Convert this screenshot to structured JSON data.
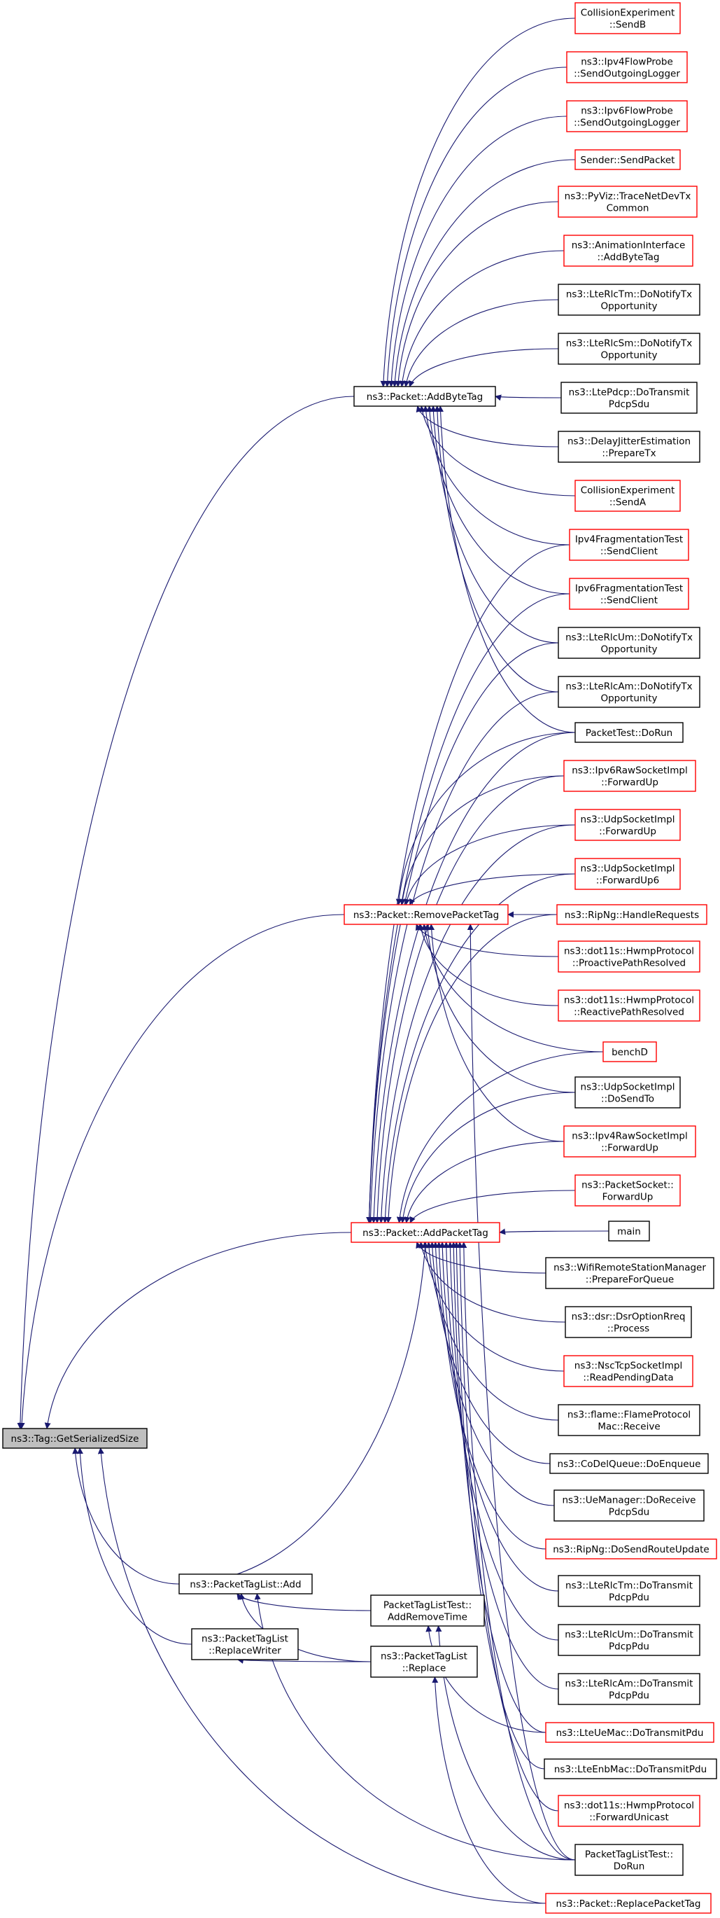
{
  "colors": {
    "edge": "#191970",
    "border_black": "#000000",
    "border_red": "#ff0000",
    "root_fill": "#bfbfbf",
    "background": "#ffffff"
  },
  "nodes": [
    {
      "id": "root",
      "lines": [
        "ns3::Tag::GetSerializedSize"
      ],
      "border": "root"
    },
    {
      "id": "addbytetag",
      "lines": [
        "ns3::Packet::AddByteTag"
      ],
      "border": "black"
    },
    {
      "id": "removepackettag",
      "lines": [
        "ns3::Packet::RemovePacketTag"
      ],
      "border": "red"
    },
    {
      "id": "addpackettag",
      "lines": [
        "ns3::Packet::AddPacketTag"
      ],
      "border": "red"
    },
    {
      "id": "ptl_add",
      "lines": [
        "ns3::PacketTagList::Add"
      ],
      "border": "black"
    },
    {
      "id": "ptl_replacewriter",
      "lines": [
        "ns3::PacketTagList",
        "::ReplaceWriter"
      ],
      "border": "black"
    },
    {
      "id": "ptlt_addremovetime",
      "lines": [
        "PacketTagListTest::",
        "AddRemoveTime"
      ],
      "border": "black"
    },
    {
      "id": "ptl_replace",
      "lines": [
        "ns3::PacketTagList",
        "::Replace"
      ],
      "border": "black"
    },
    {
      "id": "collB",
      "lines": [
        "CollisionExperiment",
        "::SendB"
      ],
      "border": "red"
    },
    {
      "id": "ipv4flow",
      "lines": [
        "ns3::Ipv4FlowProbe",
        "::SendOutgoingLogger"
      ],
      "border": "red"
    },
    {
      "id": "ipv6flow",
      "lines": [
        "ns3::Ipv6FlowProbe",
        "::SendOutgoingLogger"
      ],
      "border": "red"
    },
    {
      "id": "sender",
      "lines": [
        "Sender::SendPacket"
      ],
      "border": "red"
    },
    {
      "id": "pyviz",
      "lines": [
        "ns3::PyViz::TraceNetDevTx",
        "Common"
      ],
      "border": "red"
    },
    {
      "id": "anim",
      "lines": [
        "ns3::AnimationInterface",
        "::AddByteTag"
      ],
      "border": "red"
    },
    {
      "id": "rlctm_notify",
      "lines": [
        "ns3::LteRlcTm::DoNotifyTx",
        "Opportunity"
      ],
      "border": "black"
    },
    {
      "id": "rlcsm_notify",
      "lines": [
        "ns3::LteRlcSm::DoNotifyTx",
        "Opportunity"
      ],
      "border": "black"
    },
    {
      "id": "pdcp",
      "lines": [
        "ns3::LtePdcp::DoTransmit",
        "PdcpSdu"
      ],
      "border": "black"
    },
    {
      "id": "delayjitter",
      "lines": [
        "ns3::DelayJitterEstimation",
        "::PrepareTx"
      ],
      "border": "black"
    },
    {
      "id": "collA",
      "lines": [
        "CollisionExperiment",
        "::SendA"
      ],
      "border": "red"
    },
    {
      "id": "ipv4frag",
      "lines": [
        "Ipv4FragmentationTest",
        "::SendClient"
      ],
      "border": "red"
    },
    {
      "id": "ipv6frag",
      "lines": [
        "Ipv6FragmentationTest",
        "::SendClient"
      ],
      "border": "red"
    },
    {
      "id": "rlcum_notify",
      "lines": [
        "ns3::LteRlcUm::DoNotifyTx",
        "Opportunity"
      ],
      "border": "black"
    },
    {
      "id": "rlcam_notify",
      "lines": [
        "ns3::LteRlcAm::DoNotifyTx",
        "Opportunity"
      ],
      "border": "black"
    },
    {
      "id": "packettest",
      "lines": [
        "PacketTest::DoRun"
      ],
      "border": "black"
    },
    {
      "id": "ipv6raw",
      "lines": [
        "ns3::Ipv6RawSocketImpl",
        "::ForwardUp"
      ],
      "border": "red"
    },
    {
      "id": "udp_fwd",
      "lines": [
        "ns3::UdpSocketImpl",
        "::ForwardUp"
      ],
      "border": "red"
    },
    {
      "id": "udp_fwd6",
      "lines": [
        "ns3::UdpSocketImpl",
        "::ForwardUp6"
      ],
      "border": "red"
    },
    {
      "id": "ripng_handle",
      "lines": [
        "ns3::RipNg::HandleRequests"
      ],
      "border": "red"
    },
    {
      "id": "hwmp_proactive",
      "lines": [
        "ns3::dot11s::HwmpProtocol",
        "::ProactivePathResolved"
      ],
      "border": "red"
    },
    {
      "id": "hwmp_reactive",
      "lines": [
        "ns3::dot11s::HwmpProtocol",
        "::ReactivePathResolved"
      ],
      "border": "red"
    },
    {
      "id": "benchD",
      "lines": [
        "benchD"
      ],
      "border": "red"
    },
    {
      "id": "udp_sendto",
      "lines": [
        "ns3::UdpSocketImpl",
        "::DoSendTo"
      ],
      "border": "black"
    },
    {
      "id": "ipv4raw",
      "lines": [
        "ns3::Ipv4RawSocketImpl",
        "::ForwardUp"
      ],
      "border": "red"
    },
    {
      "id": "packetsocket",
      "lines": [
        "ns3::PacketSocket::",
        "ForwardUp"
      ],
      "border": "red"
    },
    {
      "id": "main",
      "lines": [
        "main"
      ],
      "border": "black"
    },
    {
      "id": "wifirsm",
      "lines": [
        "ns3::WifiRemoteStationManager",
        "::PrepareForQueue"
      ],
      "border": "black"
    },
    {
      "id": "dsr",
      "lines": [
        "ns3::dsr::DsrOptionRreq",
        "::Process"
      ],
      "border": "black"
    },
    {
      "id": "nsctcp",
      "lines": [
        "ns3::NscTcpSocketImpl",
        "::ReadPendingData"
      ],
      "border": "red"
    },
    {
      "id": "flame",
      "lines": [
        "ns3::flame::FlameProtocol",
        "Mac::Receive"
      ],
      "border": "black"
    },
    {
      "id": "codel",
      "lines": [
        "ns3::CoDelQueue::DoEnqueue"
      ],
      "border": "black"
    },
    {
      "id": "uemanager",
      "lines": [
        "ns3::UeManager::DoReceive",
        "PdcpSdu"
      ],
      "border": "black"
    },
    {
      "id": "ripng_send",
      "lines": [
        "ns3::RipNg::DoSendRouteUpdate"
      ],
      "border": "red"
    },
    {
      "id": "rlctm_tx",
      "lines": [
        "ns3::LteRlcTm::DoTransmit",
        "PdcpPdu"
      ],
      "border": "black"
    },
    {
      "id": "rlcum_tx",
      "lines": [
        "ns3::LteRlcUm::DoTransmit",
        "PdcpPdu"
      ],
      "border": "black"
    },
    {
      "id": "rlcam_tx",
      "lines": [
        "ns3::LteRlcAm::DoTransmit",
        "PdcpPdu"
      ],
      "border": "black"
    },
    {
      "id": "uemac",
      "lines": [
        "ns3::LteUeMac::DoTransmitPdu"
      ],
      "border": "red"
    },
    {
      "id": "enbmac",
      "lines": [
        "ns3::LteEnbMac::DoTransmitPdu"
      ],
      "border": "black"
    },
    {
      "id": "hwmp_fwd",
      "lines": [
        "ns3::dot11s::HwmpProtocol",
        "::ForwardUnicast"
      ],
      "border": "red"
    },
    {
      "id": "ptlt_dorun",
      "lines": [
        "PacketTagListTest::",
        "DoRun"
      ],
      "border": "black"
    },
    {
      "id": "replacepackettag",
      "lines": [
        "ns3::Packet::ReplacePacketTag"
      ],
      "border": "red"
    }
  ],
  "edges": [
    [
      "addbytetag",
      "root"
    ],
    [
      "removepackettag",
      "root"
    ],
    [
      "addpackettag",
      "root"
    ],
    [
      "ptl_add",
      "root"
    ],
    [
      "ptl_replacewriter",
      "root"
    ],
    [
      "replacepackettag",
      "root"
    ],
    [
      "collB",
      "addbytetag"
    ],
    [
      "ipv4flow",
      "addbytetag"
    ],
    [
      "ipv6flow",
      "addbytetag"
    ],
    [
      "sender",
      "addbytetag"
    ],
    [
      "pyviz",
      "addbytetag"
    ],
    [
      "anim",
      "addbytetag"
    ],
    [
      "rlctm_notify",
      "addbytetag"
    ],
    [
      "rlcsm_notify",
      "addbytetag"
    ],
    [
      "pdcp",
      "addbytetag"
    ],
    [
      "delayjitter",
      "addbytetag"
    ],
    [
      "collA",
      "addbytetag"
    ],
    [
      "ipv4frag",
      "addbytetag"
    ],
    [
      "ipv6frag",
      "addbytetag"
    ],
    [
      "rlcum_notify",
      "addbytetag"
    ],
    [
      "rlcam_notify",
      "addbytetag"
    ],
    [
      "packettest",
      "addbytetag"
    ],
    [
      "ipv6raw",
      "removepackettag"
    ],
    [
      "udp_fwd",
      "removepackettag"
    ],
    [
      "udp_fwd6",
      "removepackettag"
    ],
    [
      "ripng_handle",
      "removepackettag"
    ],
    [
      "hwmp_proactive",
      "removepackettag"
    ],
    [
      "hwmp_reactive",
      "removepackettag"
    ],
    [
      "benchD",
      "removepackettag"
    ],
    [
      "udp_sendto",
      "removepackettag"
    ],
    [
      "ipv4raw",
      "removepackettag"
    ],
    [
      "packettest",
      "removepackettag"
    ],
    [
      "ptlt_dorun",
      "removepackettag"
    ],
    [
      "ipv4frag",
      "addpackettag"
    ],
    [
      "ipv6frag",
      "addpackettag"
    ],
    [
      "rlcum_notify",
      "addpackettag"
    ],
    [
      "rlcam_notify",
      "addpackettag"
    ],
    [
      "packettest",
      "addpackettag"
    ],
    [
      "ipv6raw",
      "addpackettag"
    ],
    [
      "udp_fwd",
      "addpackettag"
    ],
    [
      "udp_fwd6",
      "addpackettag"
    ],
    [
      "ripng_handle",
      "addpackettag"
    ],
    [
      "benchD",
      "addpackettag"
    ],
    [
      "udp_sendto",
      "addpackettag"
    ],
    [
      "ipv4raw",
      "addpackettag"
    ],
    [
      "packetsocket",
      "addpackettag"
    ],
    [
      "main",
      "addpackettag"
    ],
    [
      "wifirsm",
      "addpackettag"
    ],
    [
      "dsr",
      "addpackettag"
    ],
    [
      "nsctcp",
      "addpackettag"
    ],
    [
      "flame",
      "addpackettag"
    ],
    [
      "codel",
      "addpackettag"
    ],
    [
      "uemanager",
      "addpackettag"
    ],
    [
      "ripng_send",
      "addpackettag"
    ],
    [
      "rlctm_tx",
      "addpackettag"
    ],
    [
      "rlcum_tx",
      "addpackettag"
    ],
    [
      "rlcam_tx",
      "addpackettag"
    ],
    [
      "uemac",
      "addpackettag"
    ],
    [
      "enbmac",
      "addpackettag"
    ],
    [
      "hwmp_fwd",
      "addpackettag"
    ],
    [
      "ptlt_dorun",
      "addpackettag"
    ],
    [
      "ptl_replace",
      "ptl_replacewriter"
    ],
    [
      "ptlt_addremovetime",
      "ptl_add"
    ],
    [
      "ptl_replace",
      "ptl_add"
    ],
    [
      "ptlt_dorun",
      "ptl_add"
    ],
    [
      "ptl_add",
      "addpackettag"
    ],
    [
      "uemac",
      "ptlt_addremovetime"
    ],
    [
      "ptlt_dorun",
      "ptlt_addremovetime"
    ],
    [
      "replacepackettag",
      "ptl_replace"
    ]
  ]
}
